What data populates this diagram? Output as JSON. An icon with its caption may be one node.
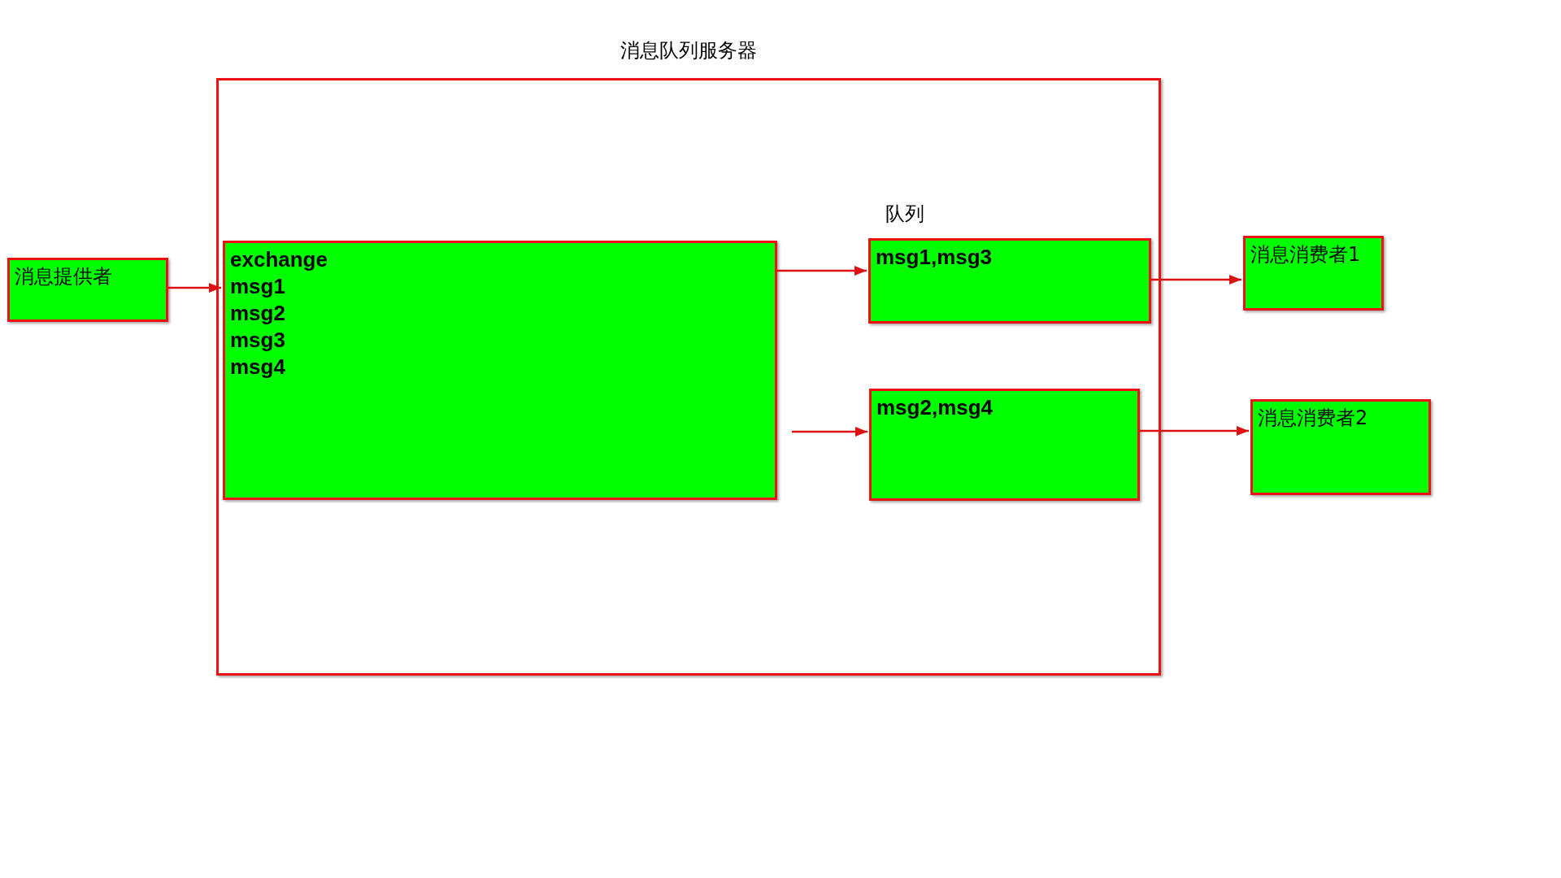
{
  "diagram": {
    "nodes": [
      {
        "text": [
          "消息队列服务器"
        ]
      },
      {
        "text": [
          "消息提供者"
        ]
      },
      {
        "text": [
          "exchange",
          "msg1",
          "msg2",
          "msg3",
          "msg4"
        ],
        "in": 0
      },
      {
        "text": [
          "msg1,msg3"
        ],
        "in": 0
      },
      {
        "text": [
          "msg2,msg4"
        ],
        "in": 0
      },
      {
        "text": [
          "消息消费者1"
        ]
      },
      {
        "text": [
          "消息消费者2"
        ]
      }
    ],
    "edges": [
      {
        "from": 1,
        "to": 2,
        "arrow": "to"
      },
      {
        "from": 2,
        "to": 3,
        "arrow": "to"
      },
      {
        "from": 2,
        "to": 4,
        "arrow": "to"
      },
      {
        "from": 3,
        "to": 5,
        "arrow": "to"
      },
      {
        "from": 4,
        "to": 6,
        "arrow": "to"
      }
    ],
    "labels": [
      "队列"
    ]
  }
}
